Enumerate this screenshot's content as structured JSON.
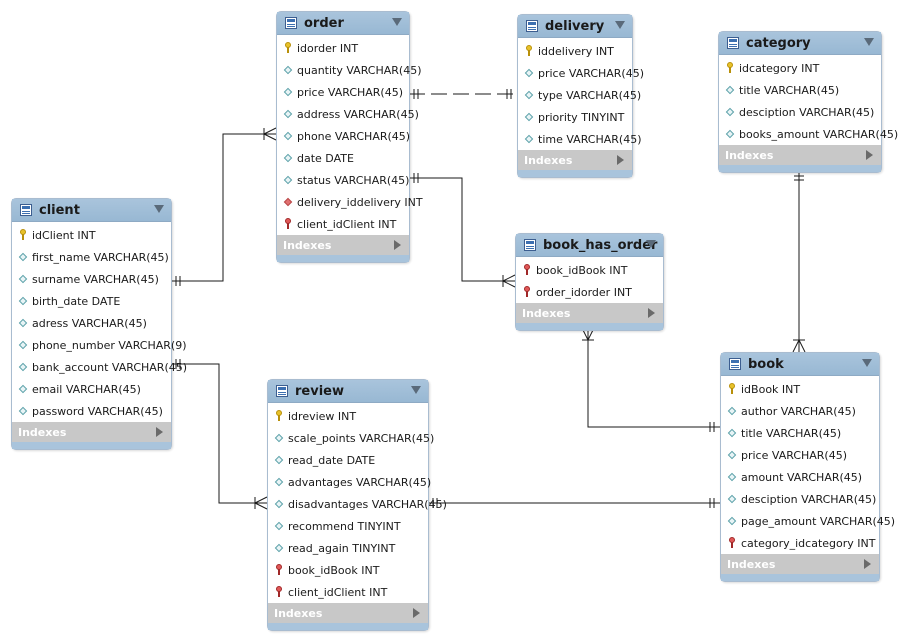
{
  "indexes_label": "Indexes",
  "tables": [
    {
      "id": "order",
      "name": "order",
      "columns": [
        {
          "icon": "pk",
          "text": "idorder INT"
        },
        {
          "icon": "col",
          "text": "quantity VARCHAR(45)"
        },
        {
          "icon": "col",
          "text": "price VARCHAR(45)"
        },
        {
          "icon": "col",
          "text": "address VARCHAR(45)"
        },
        {
          "icon": "col",
          "text": "phone VARCHAR(45)"
        },
        {
          "icon": "col",
          "text": "date DATE"
        },
        {
          "icon": "col",
          "text": "status VARCHAR(45)"
        },
        {
          "icon": "fkcol",
          "text": "delivery_iddelivery INT"
        },
        {
          "icon": "fk",
          "text": "client_idClient INT"
        }
      ]
    },
    {
      "id": "delivery",
      "name": "delivery",
      "columns": [
        {
          "icon": "pk",
          "text": "iddelivery INT"
        },
        {
          "icon": "col",
          "text": "price VARCHAR(45)"
        },
        {
          "icon": "col",
          "text": "type VARCHAR(45)"
        },
        {
          "icon": "col",
          "text": "priority TINYINT"
        },
        {
          "icon": "col",
          "text": "time VARCHAR(45)"
        }
      ]
    },
    {
      "id": "category",
      "name": "category",
      "columns": [
        {
          "icon": "pk",
          "text": "idcategory INT"
        },
        {
          "icon": "col",
          "text": "title VARCHAR(45)"
        },
        {
          "icon": "col",
          "text": "desciption VARCHAR(45)"
        },
        {
          "icon": "col",
          "text": "books_amount VARCHAR(45)"
        }
      ]
    },
    {
      "id": "client",
      "name": "client",
      "columns": [
        {
          "icon": "pk",
          "text": "idClient INT"
        },
        {
          "icon": "col",
          "text": "first_name VARCHAR(45)"
        },
        {
          "icon": "col",
          "text": "surname VARCHAR(45)"
        },
        {
          "icon": "col",
          "text": "birth_date DATE"
        },
        {
          "icon": "col",
          "text": "adress VARCHAR(45)"
        },
        {
          "icon": "col",
          "text": "phone_number VARCHAR(9)"
        },
        {
          "icon": "col",
          "text": "bank_account VARCHAR(45)"
        },
        {
          "icon": "col",
          "text": "email VARCHAR(45)"
        },
        {
          "icon": "col",
          "text": "password VARCHAR(45)"
        }
      ]
    },
    {
      "id": "book_has_order",
      "name": "book_has_order",
      "columns": [
        {
          "icon": "fk",
          "text": "book_idBook INT"
        },
        {
          "icon": "fk",
          "text": "order_idorder INT"
        }
      ]
    },
    {
      "id": "review",
      "name": "review",
      "columns": [
        {
          "icon": "pk",
          "text": "idreview INT"
        },
        {
          "icon": "col",
          "text": "scale_points VARCHAR(45)"
        },
        {
          "icon": "col",
          "text": "read_date DATE"
        },
        {
          "icon": "col",
          "text": "advantages VARCHAR(45)"
        },
        {
          "icon": "col",
          "text": "disadvantages VARCHAR(45)"
        },
        {
          "icon": "col",
          "text": "recommend TINYINT"
        },
        {
          "icon": "col",
          "text": "read_again TINYINT"
        },
        {
          "icon": "fk",
          "text": "book_idBook INT"
        },
        {
          "icon": "fk",
          "text": "client_idClient INT"
        }
      ]
    },
    {
      "id": "book",
      "name": "book",
      "columns": [
        {
          "icon": "pk",
          "text": "idBook INT"
        },
        {
          "icon": "col",
          "text": "author VARCHAR(45)"
        },
        {
          "icon": "col",
          "text": "title VARCHAR(45)"
        },
        {
          "icon": "col",
          "text": "price VARCHAR(45)"
        },
        {
          "icon": "col",
          "text": "amount VARCHAR(45)"
        },
        {
          "icon": "col",
          "text": "desciption VARCHAR(45)"
        },
        {
          "icon": "col",
          "text": "page_amount VARCHAR(45)"
        },
        {
          "icon": "fk",
          "text": "category_idcategory INT"
        }
      ]
    }
  ],
  "relationships": [
    {
      "from": "client",
      "to": "order",
      "type": "one-to-many",
      "style": "solid"
    },
    {
      "from": "delivery",
      "to": "order",
      "type": "one-to-one",
      "style": "dashed"
    },
    {
      "from": "order",
      "to": "book_has_order",
      "type": "one-to-many",
      "style": "solid"
    },
    {
      "from": "book",
      "to": "book_has_order",
      "type": "one-to-many",
      "style": "solid"
    },
    {
      "from": "category",
      "to": "book",
      "type": "one-to-many",
      "style": "solid"
    },
    {
      "from": "client",
      "to": "review",
      "type": "one-to-many",
      "style": "solid"
    },
    {
      "from": "book",
      "to": "review",
      "type": "one-to-many",
      "style": "solid"
    }
  ]
}
